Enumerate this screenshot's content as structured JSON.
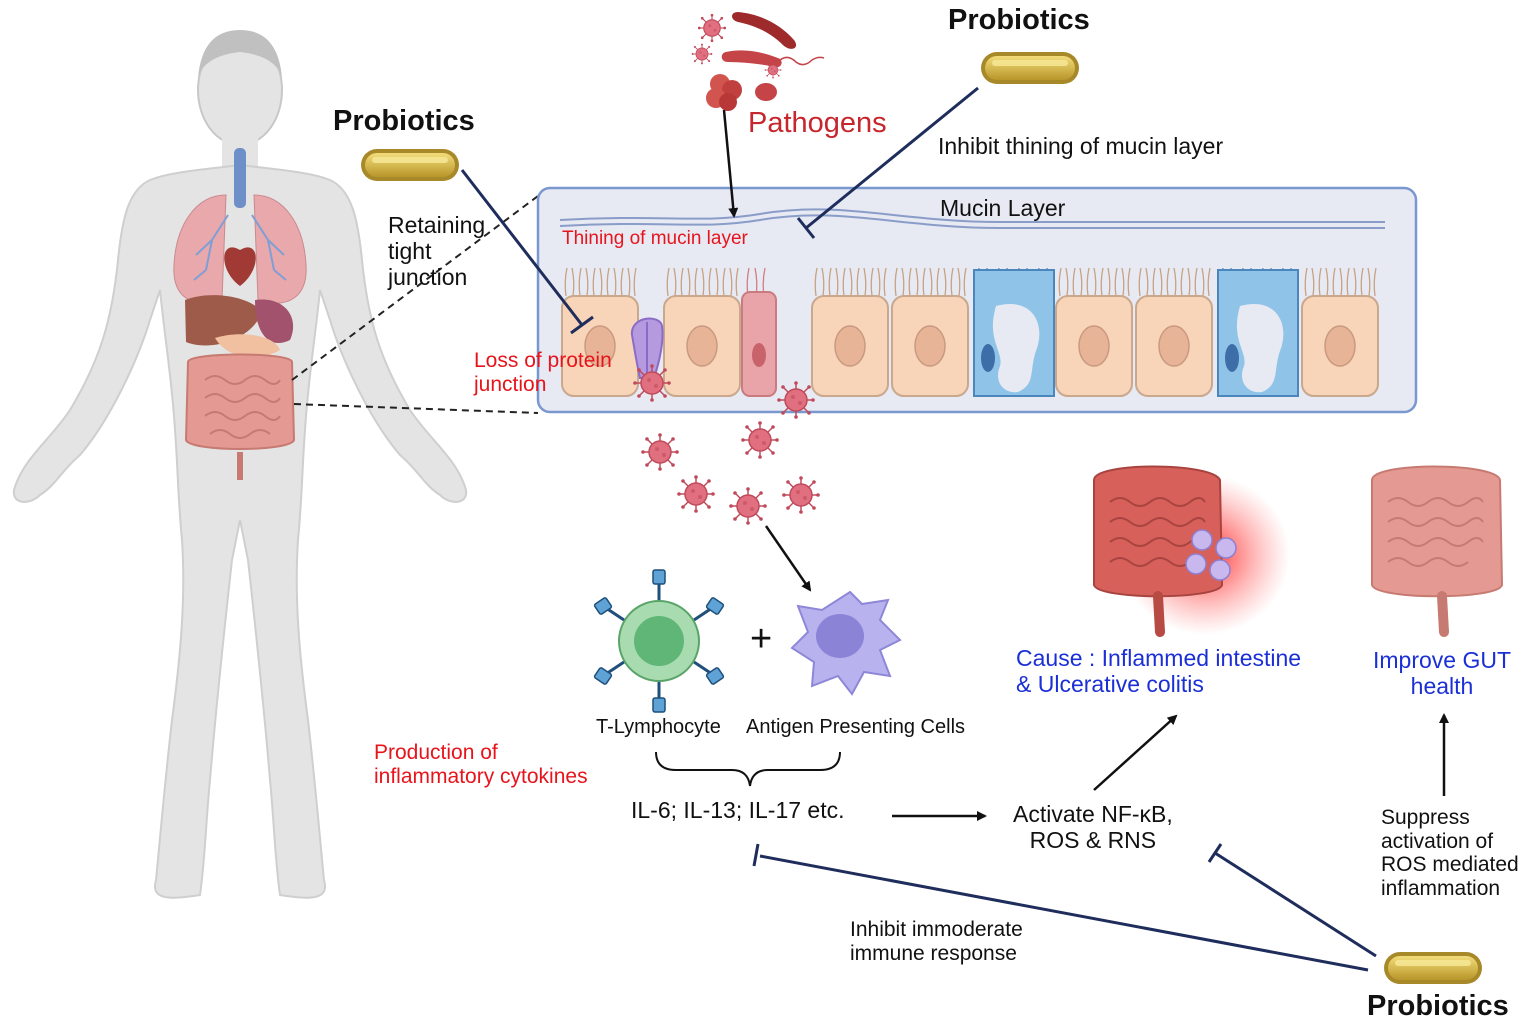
{
  "labels": {
    "probiotics_left": "Probiotics",
    "probiotics_top": "Probiotics",
    "probiotics_bottom": "Probiotics",
    "pathogens": "Pathogens",
    "inhibit_thinning": "Inhibit thining of mucin layer",
    "mucin_layer": "Mucin Layer",
    "thinning_mucin": "Thining of mucin layer",
    "retaining_tight_junction": "Retaining\ntight\njunction",
    "loss_protein_junction": "Loss of protein\njunction",
    "t_lymphocyte": "T-Lymphocyte",
    "antigen_presenting_cells": "Antigen Presenting Cells",
    "production_cytokines": "Production of\ninflammatory cytokines",
    "cytokines": "IL-6; IL-13; IL-17 etc.",
    "activate_nfkb": "Activate NF-κB,\nROS & RNS",
    "cause_inflamed": "Cause : Inflammed intestine\n& Ulcerative colitis",
    "improve_gut": "Improve GUT\nhealth",
    "suppress_activation": "Suppress\nactivation of\nROS mediated\ninflammation",
    "inhibit_immune": "Inhibit immoderate\nimmune response",
    "plus": "+"
  },
  "colors": {
    "pathogen_label": "#c7262d",
    "warning_text": "#e8141c",
    "outcome_text": "#1a2fd6",
    "probiotic_capsule": "#d9b93a",
    "inhibition_line": "#1f2d5c",
    "epithelial_cell": "#f8d4b8",
    "goblet_cell": "#8fc4e8",
    "virus": "#d9606f",
    "t_cell": "#8fd19e",
    "apc": "#b6b1ee",
    "body": "#e4e4e4",
    "intestine": "#e49a92",
    "inflammation_glow": "#ff3030"
  },
  "icons": [
    "human-body-icon",
    "probiotic-capsule-icon",
    "pathogen-icon",
    "virus-icon",
    "epithelial-cell-icon",
    "goblet-cell-icon",
    "t-lymphocyte-icon",
    "antigen-presenting-cell-icon",
    "inflamed-intestine-icon",
    "healthy-intestine-icon"
  ]
}
